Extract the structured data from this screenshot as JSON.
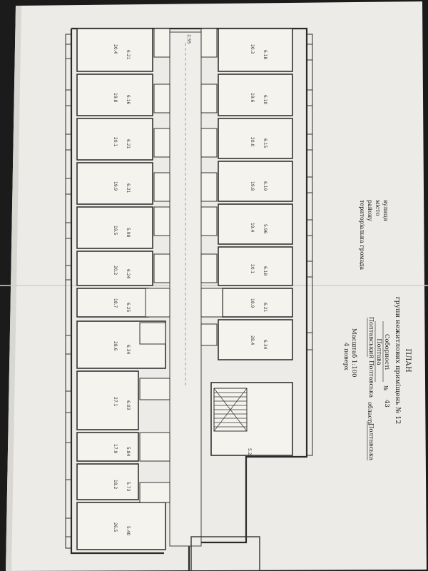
{
  "plan": {
    "title": "ПЛАН",
    "subtitle": "групи нежитлових приміщень № 12",
    "street_value": "Соборності",
    "street_label": "вулиця",
    "number_label": "№",
    "number_value": "43",
    "city_value": "Полтава",
    "city_label": "місто",
    "district_value": "Полтавський",
    "district_label": "району",
    "oblast_value": "Полтавська",
    "oblast_label": "область",
    "hromada_value": "Полтавська",
    "community_label": "територіальна громада",
    "scale": "Масштаб 1:100",
    "floor": "4 поверх"
  },
  "room_labels": {
    "left": [
      {
        "label": "6.21",
        "area": "20.4"
      },
      {
        "label": "6.16",
        "area": "19.8"
      },
      {
        "label": "6.21",
        "area": "20.1"
      },
      {
        "label": "6.21",
        "area": "19.9"
      },
      {
        "label": "5.98",
        "area": "19.5"
      },
      {
        "label": "6.24",
        "area": "20.2"
      },
      {
        "label": "6.25",
        "area": "18.7"
      },
      {
        "label": "6.34",
        "area": "28.6"
      },
      {
        "label": "6.03",
        "area": "27.1"
      },
      {
        "label": "5.84",
        "area": "17.9"
      },
      {
        "label": "5.73",
        "area": "18.2"
      },
      {
        "label": "5.40",
        "area": "26.5"
      }
    ],
    "right": [
      {
        "label": "6.18",
        "area": "20.3"
      },
      {
        "label": "6.10",
        "area": "19.6"
      },
      {
        "label": "6.15",
        "area": "20.0"
      },
      {
        "label": "6.19",
        "area": "19.8"
      },
      {
        "label": "5.96",
        "area": "19.4"
      },
      {
        "label": "6.18",
        "area": "20.1"
      },
      {
        "label": "6.21",
        "area": "18.9"
      },
      {
        "label": "6.34",
        "area": "28.4"
      }
    ],
    "corridor": "2.55",
    "stair": "5.22"
  }
}
